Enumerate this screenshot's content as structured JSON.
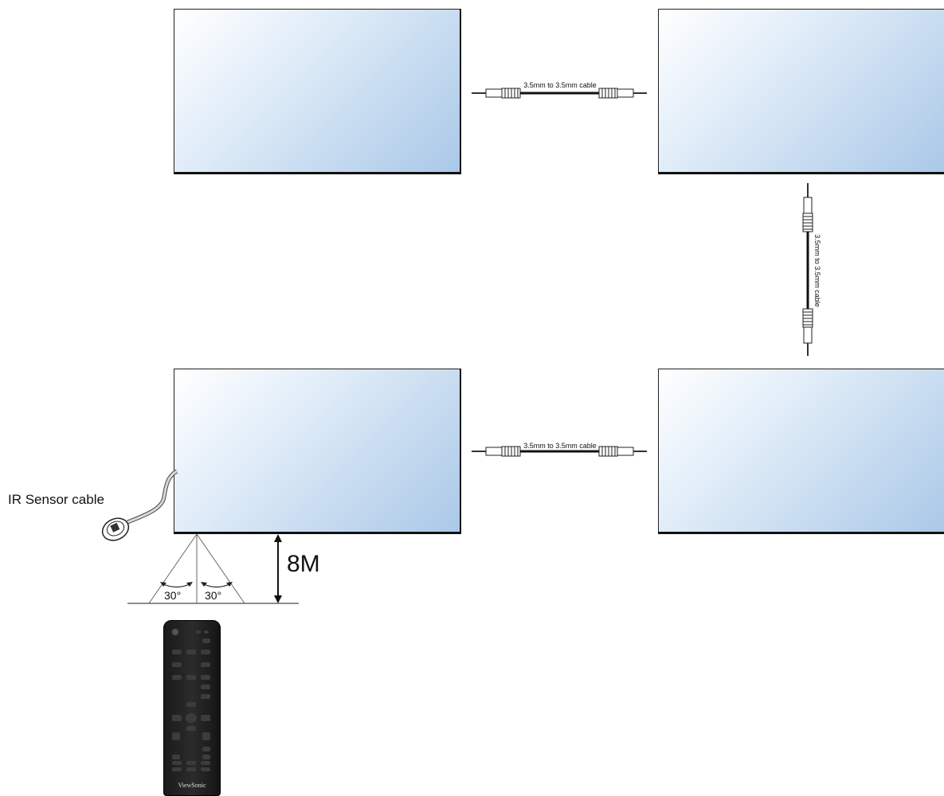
{
  "cables": {
    "top_label": "3.5mm to 3.5mm cable",
    "right_label": "3.5mm to 3.5mm cable",
    "bottom_label": "3.5mm to 3.5mm cable"
  },
  "ir_sensor": {
    "label": "IR Sensor cable"
  },
  "distance": {
    "label": "8M"
  },
  "angles": {
    "left": "30°",
    "right": "30°"
  },
  "remote": {
    "brand": "ViewSonic"
  }
}
